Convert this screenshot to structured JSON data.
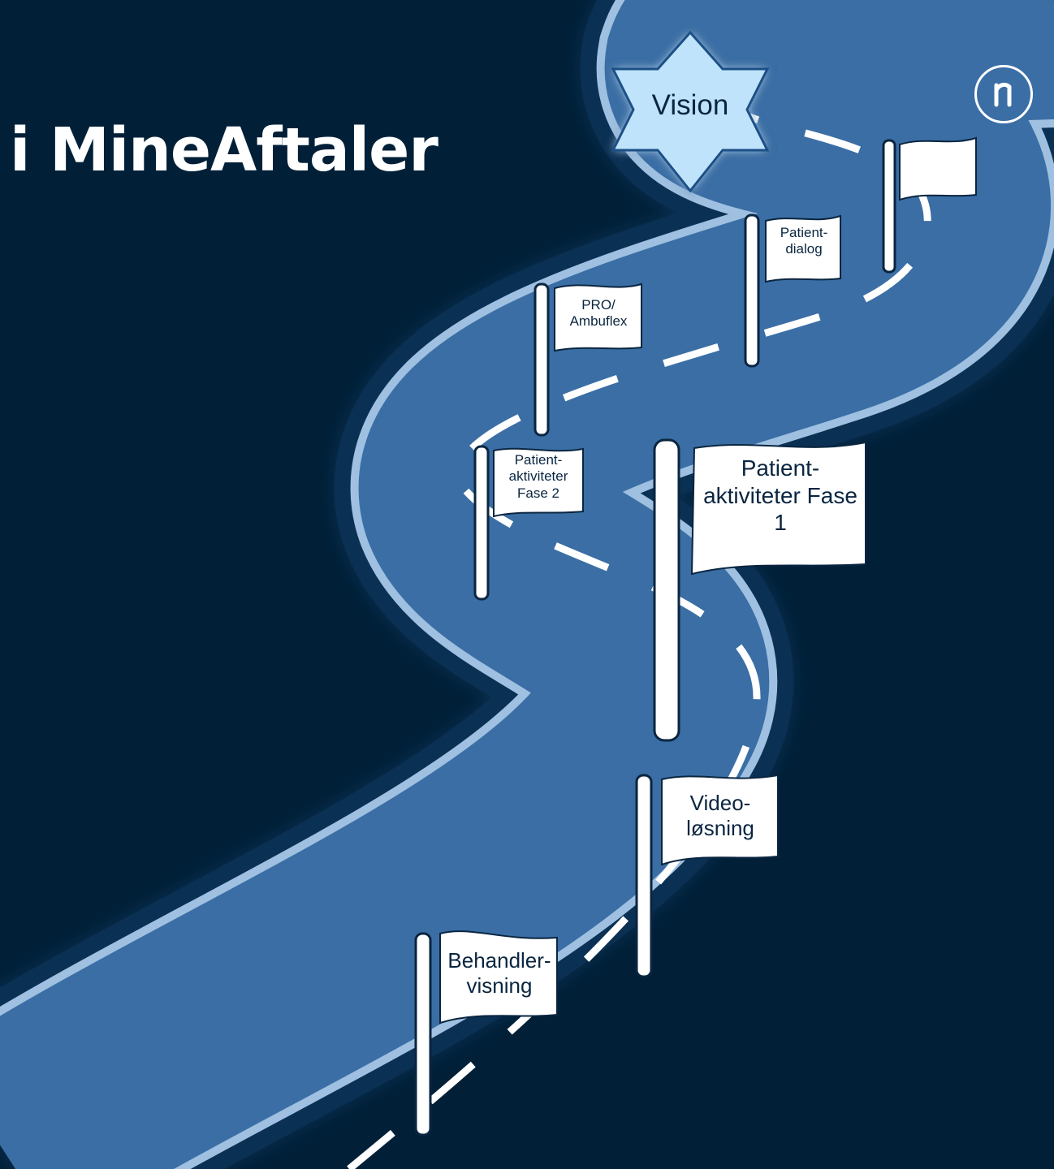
{
  "title": "i MineAftaler",
  "vision": {
    "label": "Vision"
  },
  "milestones": [
    {
      "id": "behandler",
      "lines": [
        "Behandler-",
        "visning"
      ]
    },
    {
      "id": "video",
      "lines": [
        "Video-",
        "løsning"
      ]
    },
    {
      "id": "patientaktiviteter-1",
      "lines": [
        "Patient-",
        "aktiviteter Fase",
        "1"
      ]
    },
    {
      "id": "patientaktiviteter-2",
      "lines": [
        "Patient-",
        "aktiviteter",
        "Fase 2"
      ]
    },
    {
      "id": "pro",
      "lines": [
        "PRO/",
        "Ambuflex"
      ]
    },
    {
      "id": "patientdialog",
      "lines": [
        "Patient-",
        "dialog"
      ]
    },
    {
      "id": "blank",
      "lines": []
    }
  ],
  "colors": {
    "background": "#012038",
    "road": "#3a6ea5",
    "road_edge": "#9fc0e0",
    "star": "#bfe3fa",
    "flag": "#ffffff",
    "text": "#0a2540"
  }
}
